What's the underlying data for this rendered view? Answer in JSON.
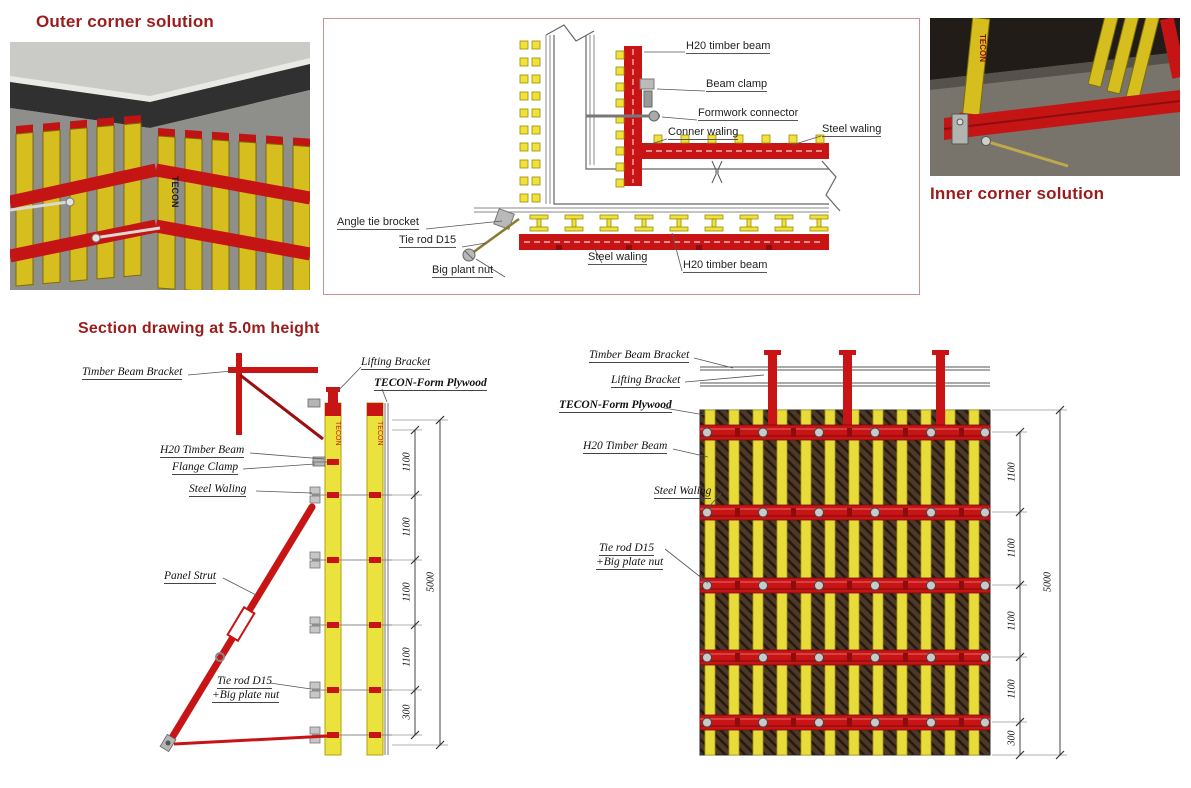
{
  "brand": "TECON",
  "headings": {
    "outer_corner": "Outer corner solution",
    "inner_corner": "Inner corner solution",
    "section_drawing": "Section drawing at 5.0m height"
  },
  "corner_diagram": {
    "labels": {
      "h20_top": "H20 timber beam",
      "beam_clamp": "Beam clamp",
      "formwork_connector": "Formwork connector",
      "conner_waling": "Conner waling",
      "steel_waling_right": "Steel waling",
      "angle_tie_brocket": "Angle tie brocket",
      "tie_rod": "Tie rod D15",
      "big_plant_nut": "Big plant nut",
      "steel_waling_bottom": "Steel waling",
      "h20_bottom": "H20 timber beam"
    }
  },
  "section_left": {
    "labels": {
      "timber_beam_bracket": "Timber Beam Bracket",
      "lifting_bracket": "Lifting Bracket",
      "plywood": "TECON-Form Plywood",
      "h20": "H20 Timber Beam",
      "flange_clamp": "Flange Clamp",
      "steel_waling": "Steel Waling",
      "panel_strut": "Panel Strut",
      "tie_rod_line1": "Tie rod D15",
      "tie_rod_line2": "+Big plate nut"
    },
    "dims": [
      "1100",
      "1100",
      "1100",
      "1100",
      "300"
    ],
    "total_dim": "5000"
  },
  "section_right": {
    "labels": {
      "timber_beam_bracket": "Timber Beam Bracket",
      "lifting_bracket": "Lifting Bracket",
      "plywood": "TECON-Form Plywood",
      "h20": "H20 Timber Beam",
      "steel_waling": "Steel Waling",
      "tie_rod_line1": "Tie rod D15",
      "tie_rod_line2": "+Big plate nut"
    },
    "dims": [
      "1100",
      "1100",
      "1100",
      "1100",
      "300"
    ],
    "total_dim": "5000"
  },
  "colors": {
    "heading": "#9c1c1c",
    "beam_red": "#c81414",
    "timber_yellow": "#e8dc3a",
    "plywood_brown": "#4e3826"
  }
}
